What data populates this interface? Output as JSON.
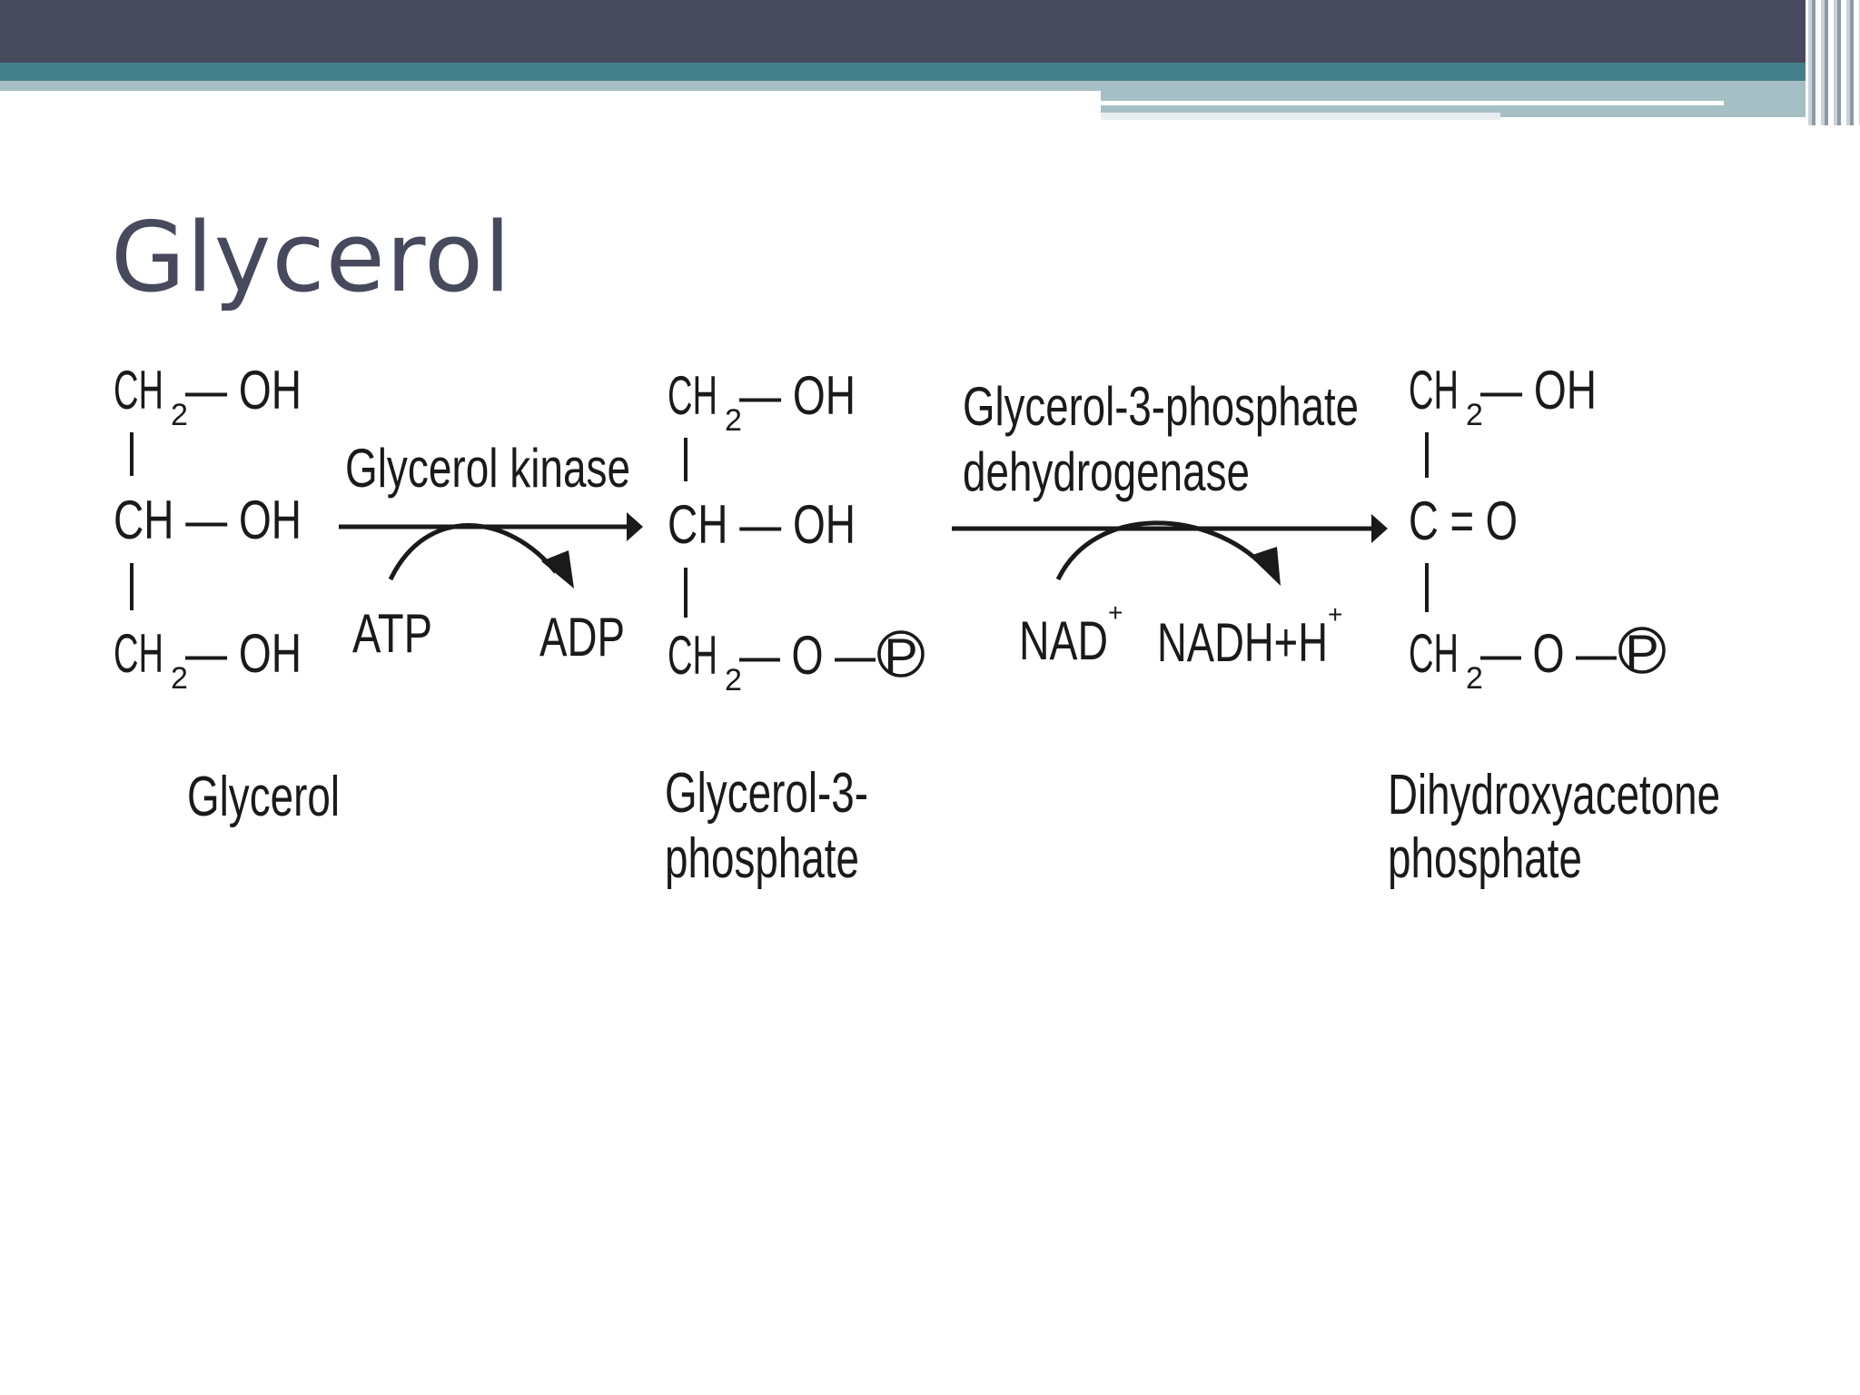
{
  "slide": {
    "title": "Glycerol"
  },
  "molecules": {
    "glycerol": {
      "c1": "CH",
      "c1_sub": "2",
      "c1_group": "— OH",
      "c2": "CH — OH",
      "c3": "CH",
      "c3_sub": "2",
      "c3_group": "— OH",
      "name": "Glycerol"
    },
    "g3p": {
      "c1": "CH",
      "c1_sub": "2",
      "c1_group": "— OH",
      "c2": "CH — OH",
      "c3": "CH",
      "c3_sub": "2",
      "c3_group": "— O —",
      "phosphate": "P",
      "name_line1": "Glycerol-3-",
      "name_line2": "phosphate"
    },
    "dhap": {
      "c1": "CH",
      "c1_sub": "2",
      "c1_group": "— OH",
      "c2": "C = O",
      "c3": "CH",
      "c3_sub": "2",
      "c3_group": "— O —",
      "phosphate": "P",
      "name_line1": "Dihydroxyacetone",
      "name_line2": "phosphate"
    }
  },
  "reactions": {
    "step1": {
      "enzyme": "Glycerol kinase",
      "cofactor_in": "ATP",
      "cofactor_out": "ADP"
    },
    "step2": {
      "enzyme_line1": "Glycerol-3-phosphate",
      "enzyme_line2": "dehydrogenase",
      "cofactor_in": "NAD",
      "cofactor_in_sup": "+",
      "cofactor_out": "NADH+H",
      "cofactor_out_sup": "+"
    }
  },
  "colors": {
    "header_dark": "#474a5d",
    "header_teal": "#45818a",
    "header_light": "#a6bfc5",
    "text": "#1a1a1a"
  }
}
